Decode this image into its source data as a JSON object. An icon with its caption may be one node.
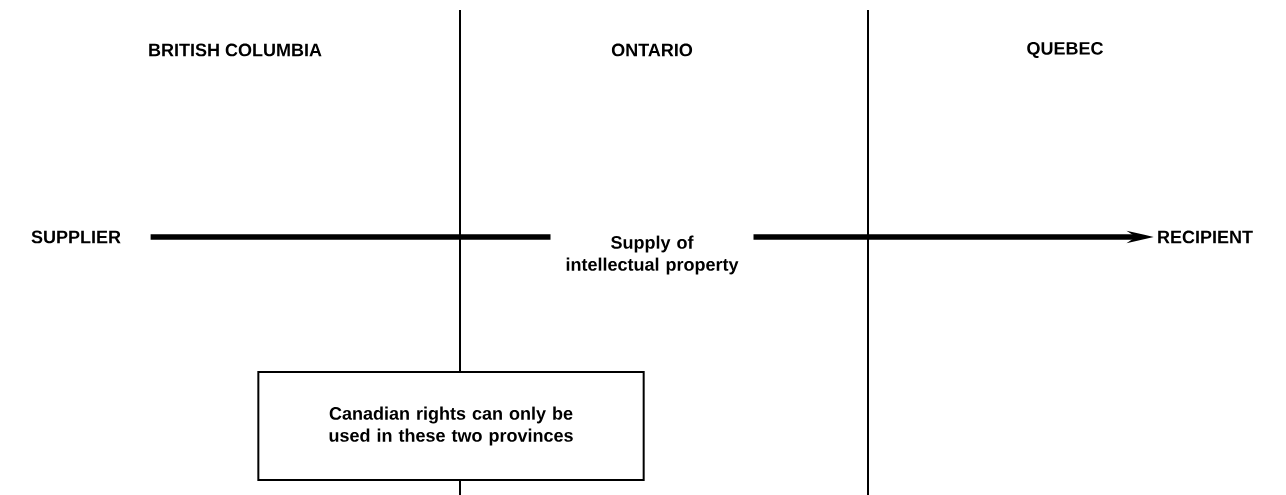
{
  "diagram": {
    "nodes": [
      {
        "text": [
          "SUPPLIER"
        ]
      },
      {
        "text": [
          "RECIPIENT"
        ]
      },
      {
        "text": [
          "Canadian rights can only be used in these two provinces"
        ]
      }
    ],
    "edges": [
      {
        "from": 0,
        "to": 1,
        "arrow": "to",
        "label": "Supply of intellectual property"
      }
    ],
    "labels": [
      "BRITISH COLUMBIA",
      "ONTARIO",
      "QUEBEC"
    ]
  }
}
